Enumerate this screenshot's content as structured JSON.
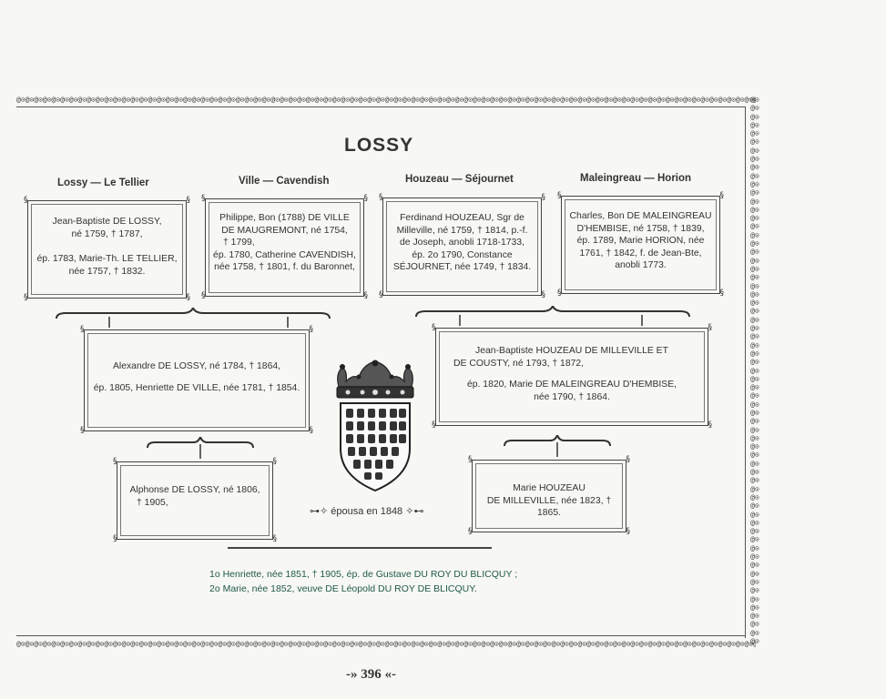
{
  "page": {
    "title": "LOSSY",
    "number": "396"
  },
  "couples": {
    "lossy_tellier": "Lossy — Le Tellier",
    "ville_cavendish": "Ville — Cavendish",
    "houzeau_sejournet": "Houzeau — Séjournet",
    "maleingreau_horion": "Maleingreau — Horion"
  },
  "boxes": {
    "lossy_tellier": [
      "Jean-Baptiste DE LOSSY,",
      "né 1759, † 1787,",
      "",
      "ép. 1783, Marie-Th. LE TELLIER,",
      "née 1757, † 1832."
    ],
    "ville_cavendish": [
      "Philippe, Bon (1788) DE VILLE",
      "DE MAUGREMONT, né 1754,",
      "† 1799,",
      "ép. 1780, Catherine CAVENDISH,",
      "née 1758, † 1801, f. du Baronnet,"
    ],
    "houzeau_sejournet": [
      "Ferdinand HOUZEAU, Sgr de",
      "Milleville, né 1759, † 1814, p.-f.",
      "de Joseph, anobli 1718-1733,",
      "ép. 2o 1790, Constance",
      "SÉJOURNET, née 1749, † 1834."
    ],
    "maleingreau_horion": [
      "Charles, Bon DE MALEINGREAU",
      "D'HEMBISE, né 1758, † 1839,",
      "ép. 1789, Marie HORION, née",
      "1761, † 1842, f. de Jean-Bte,",
      "anobli 1773."
    ],
    "alexandre": [
      "Alexandre DE LOSSY, né 1784, † 1864,",
      "",
      "ép. 1805, Henriette DE VILLE, née 1781, † 1854."
    ],
    "jean_baptiste_houzeau": [
      "Jean-Baptiste HOUZEAU DE MILLEVILLE ET",
      "DE COUSTY, né 1793, † 1872,",
      "",
      "ép. 1820, Marie DE MALEINGREAU D'HEMBISE,",
      "née 1790, † 1864."
    ],
    "alphonse": [
      "Alphonse DE LOSSY, né 1806,",
      "† 1905,"
    ],
    "marie_houzeau": [
      "Marie HOUZEAU",
      "DE MILLEVILLE, née 1823, † 1865."
    ]
  },
  "marriage_note": "⊶✧ épousa en 1848 ✧⊷",
  "children": [
    "1o Henriette, née 1851, † 1905, ép. de Gustave DU ROY DU BLICQUY ;",
    "2o Marie, née 1852, veuve DE Léopold DU ROY DE BLICQUY."
  ],
  "page_number_display": "-» 396 «-",
  "colors": {
    "ink": "#2a2a2a",
    "children_ink": "#1f5a4a",
    "paper": "#f7f7f4"
  }
}
